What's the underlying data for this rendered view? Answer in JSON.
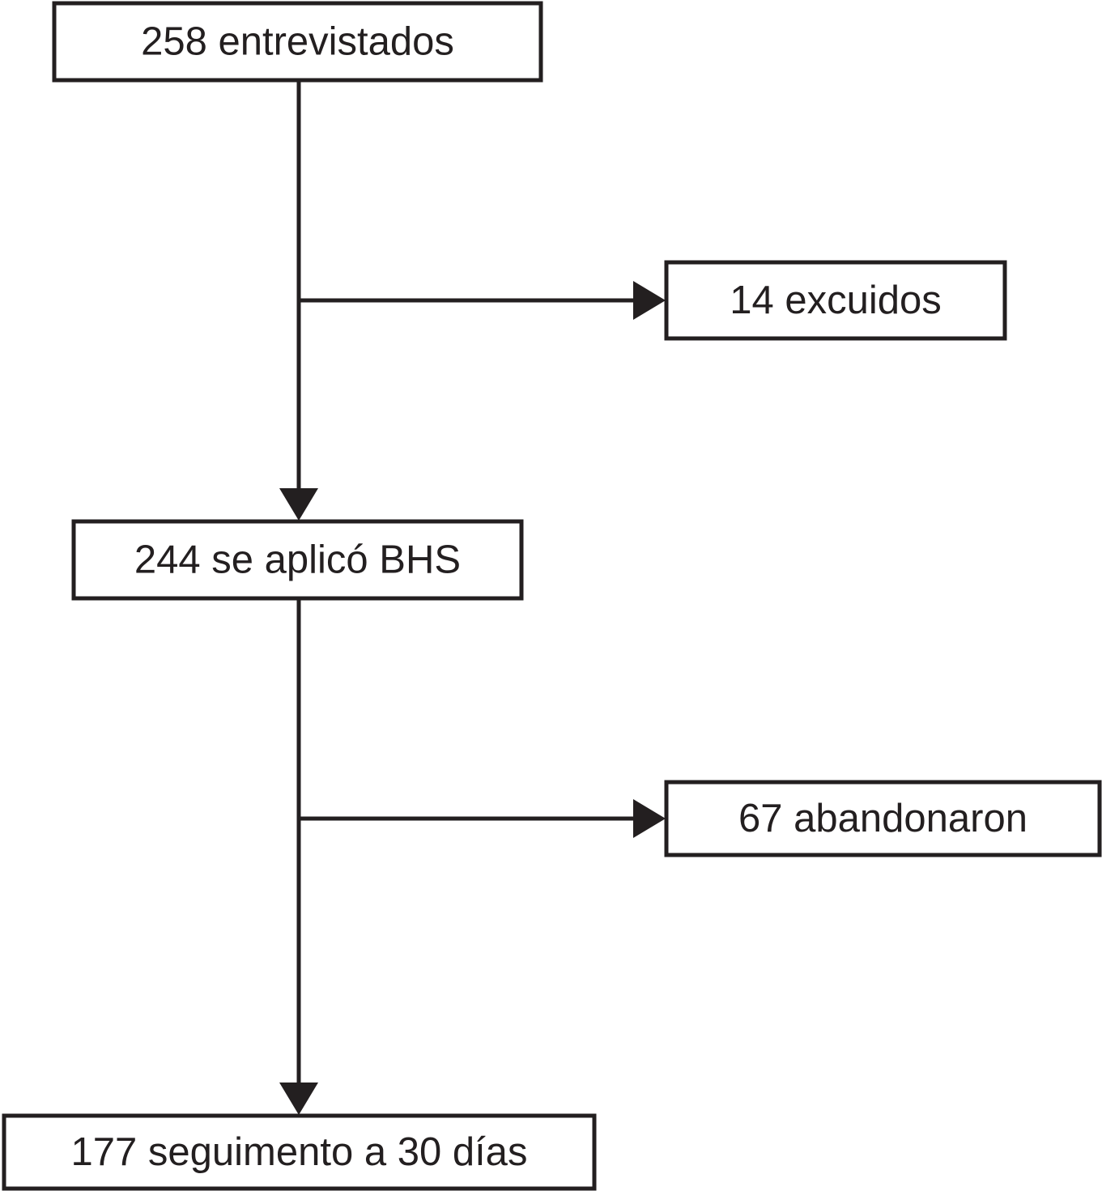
{
  "diagram": {
    "type": "flowchart",
    "colors": {
      "ink": "#231f20",
      "background": "#ffffff"
    },
    "nodes": [
      {
        "id": "interviewed",
        "label": "258 entrevistados"
      },
      {
        "id": "excluded",
        "label": "14 excuidos"
      },
      {
        "id": "bhs_applied",
        "label": "244 se aplicó BHS"
      },
      {
        "id": "dropped",
        "label": "67 abandonaron"
      },
      {
        "id": "followup",
        "label": "177 seguimento a 30 días"
      }
    ],
    "edges": [
      {
        "from": "interviewed",
        "to": "bhs_applied"
      },
      {
        "from": "interviewed",
        "to": "excluded"
      },
      {
        "from": "bhs_applied",
        "to": "followup"
      },
      {
        "from": "bhs_applied",
        "to": "dropped"
      }
    ]
  }
}
